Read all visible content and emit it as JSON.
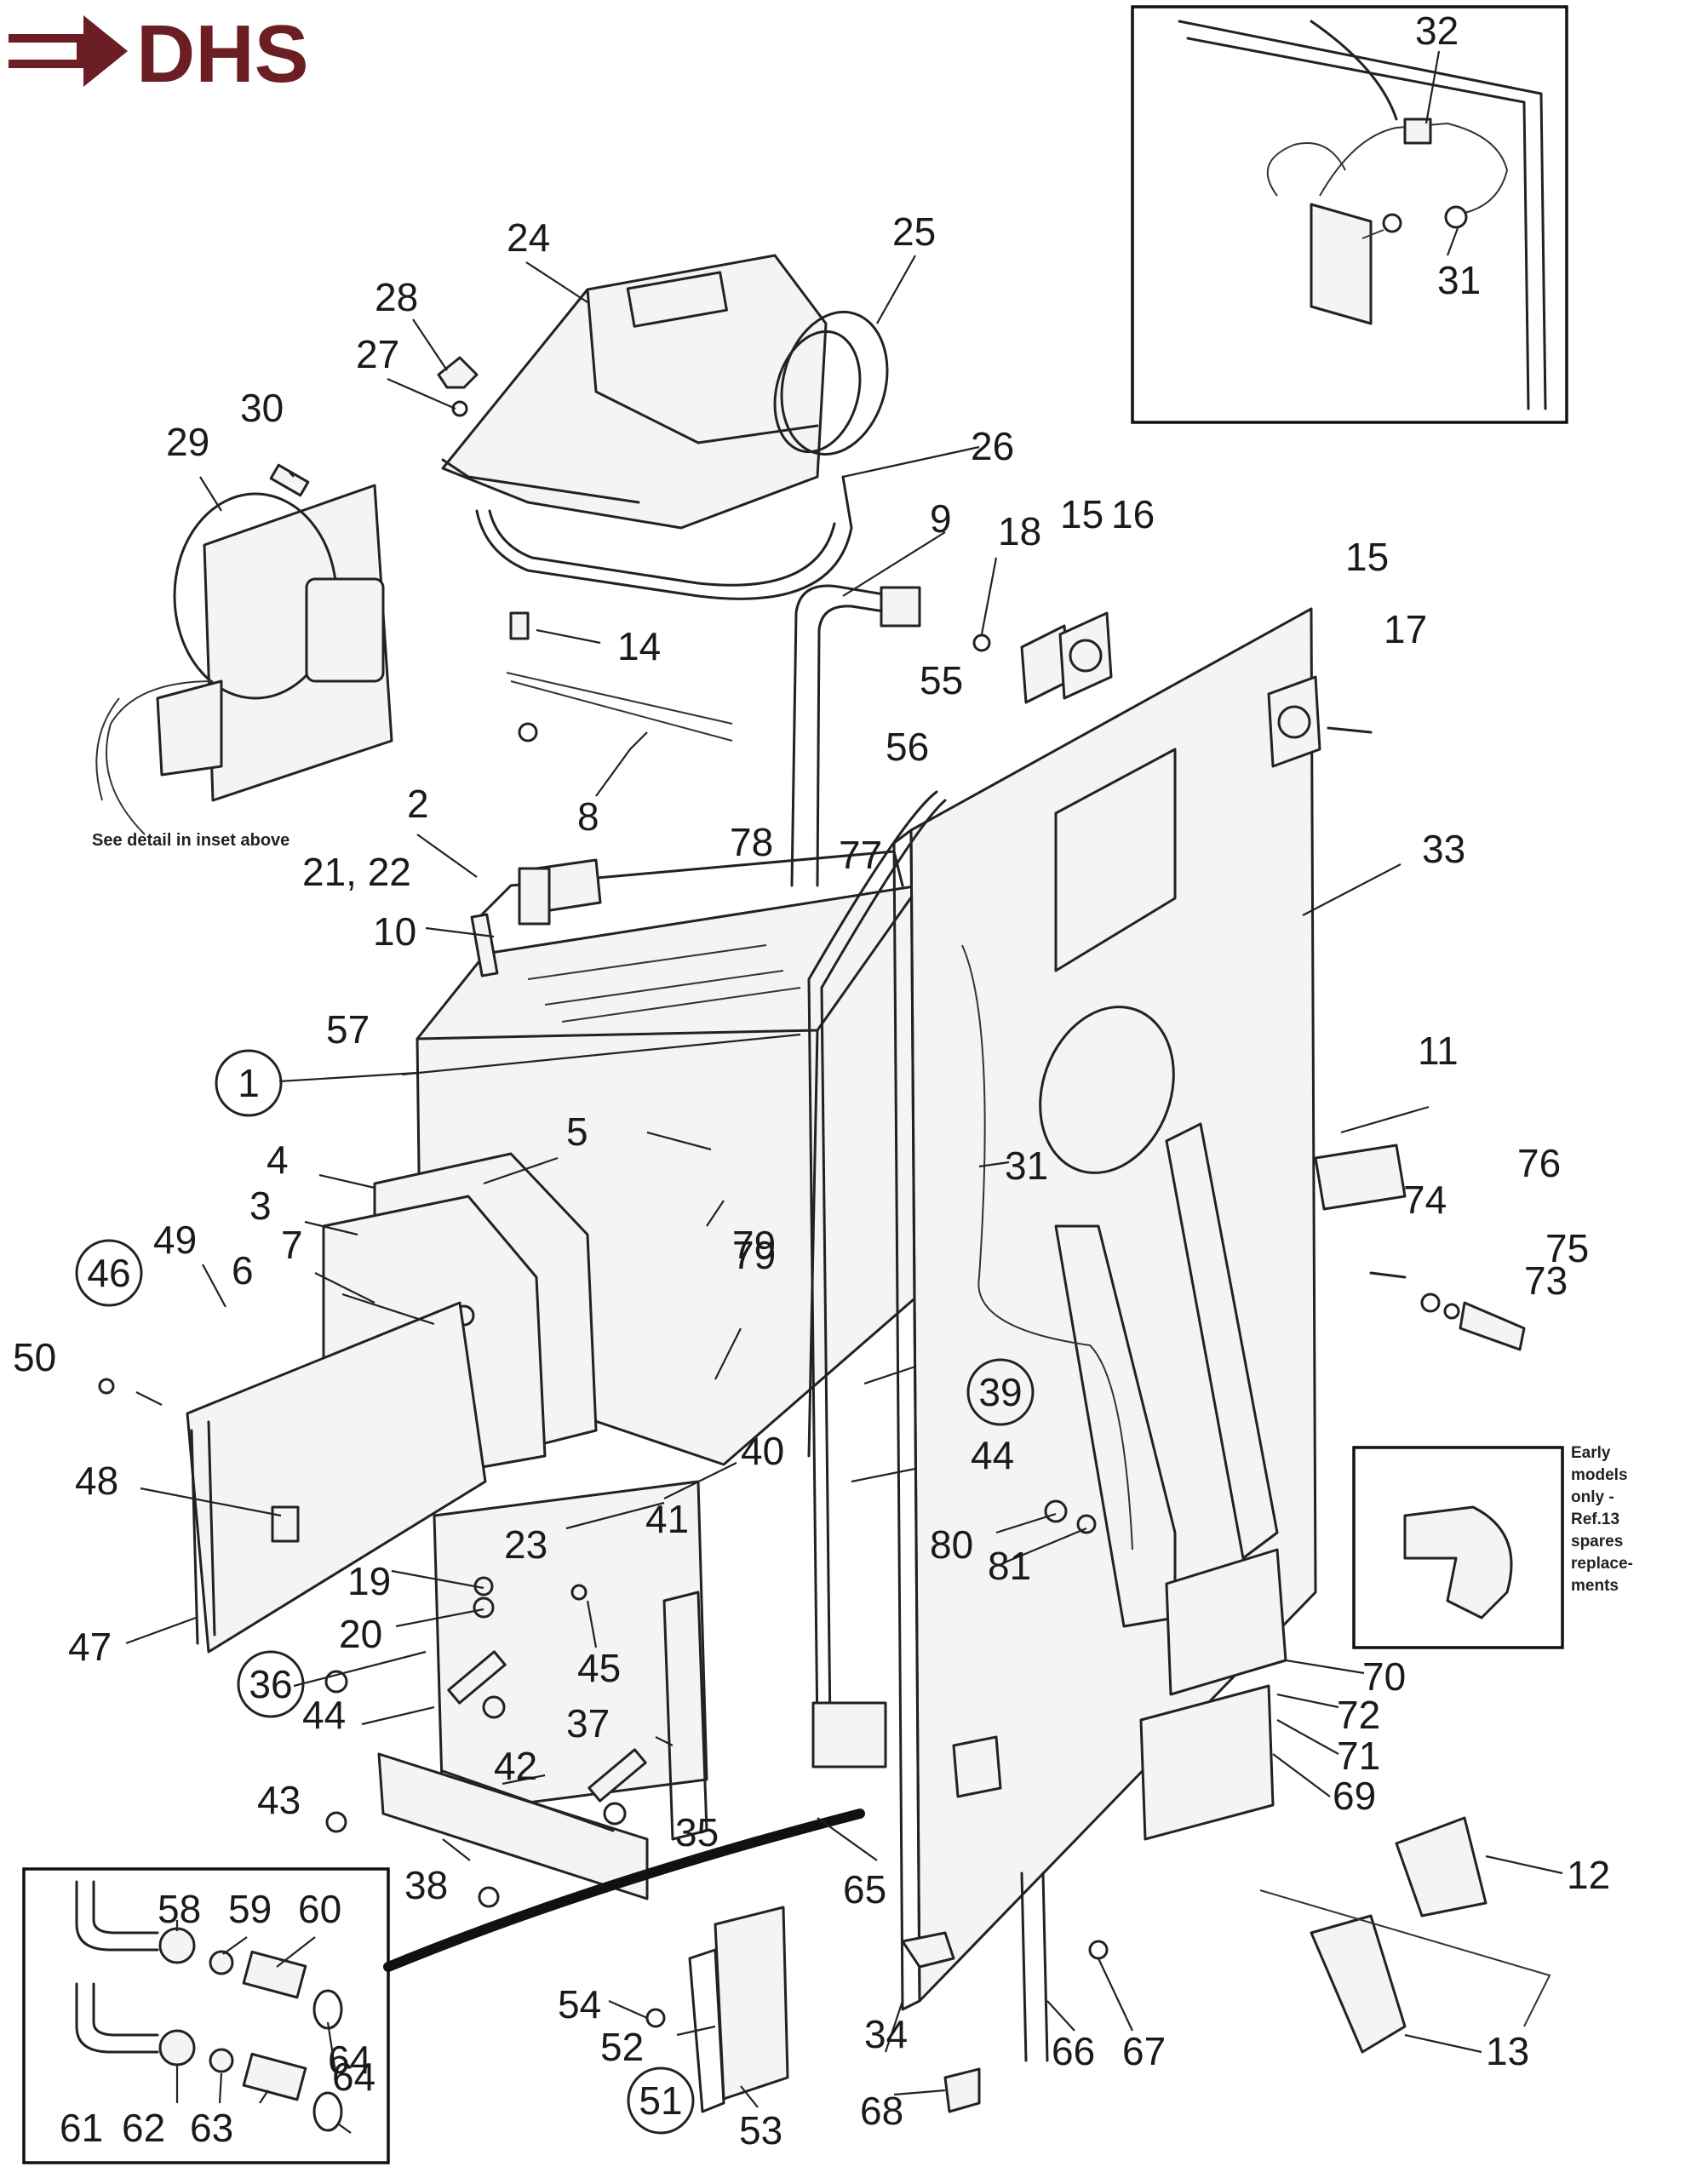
{
  "brand": {
    "logo_text": "DHS",
    "color": "#6b1f24"
  },
  "notes": {
    "see_detail": "See detail in inset above",
    "early_models": [
      "Early",
      "models",
      "only -",
      "Ref.13",
      "spares",
      "replace-",
      "ments"
    ]
  },
  "labels": {
    "1": "1",
    "2": "2",
    "3": "3",
    "4": "4",
    "5": "5",
    "6": "6",
    "7": "7",
    "8": "8",
    "9": "9",
    "10": "10",
    "11": "11",
    "12": "12",
    "13": "13",
    "14": "14",
    "15a": "15",
    "15b": "15",
    "16": "16",
    "17": "17",
    "18": "18",
    "19": "19",
    "20": "20",
    "21_22": "21, 22",
    "23": "23",
    "24": "24",
    "25": "25",
    "26": "26",
    "27": "27",
    "28": "28",
    "29": "29",
    "30": "30",
    "31a": "31",
    "31b": "31",
    "32": "32",
    "33": "33",
    "34": "34",
    "35": "35",
    "36": "36",
    "37": "37",
    "38": "38",
    "39": "39",
    "40": "40",
    "41": "41",
    "42": "42",
    "43": "43",
    "44a": "44",
    "44b": "44",
    "45": "45",
    "46": "46",
    "47": "47",
    "48": "48",
    "49": "49",
    "50": "50",
    "51": "51",
    "52": "52",
    "53": "53",
    "54": "54",
    "55": "55",
    "56": "56",
    "57": "57",
    "58": "58",
    "59": "59",
    "60": "60",
    "61": "61",
    "62": "62",
    "63": "63",
    "64a": "64",
    "64b": "64",
    "65": "65",
    "66": "66",
    "67": "67",
    "68": "68",
    "69": "69",
    "70": "70",
    "71": "71",
    "72": "72",
    "73": "73",
    "74": "74",
    "75": "75",
    "76": "76",
    "77": "77",
    "78": "78",
    "79a": "79",
    "79b": "79",
    "80": "80",
    "81": "81"
  }
}
